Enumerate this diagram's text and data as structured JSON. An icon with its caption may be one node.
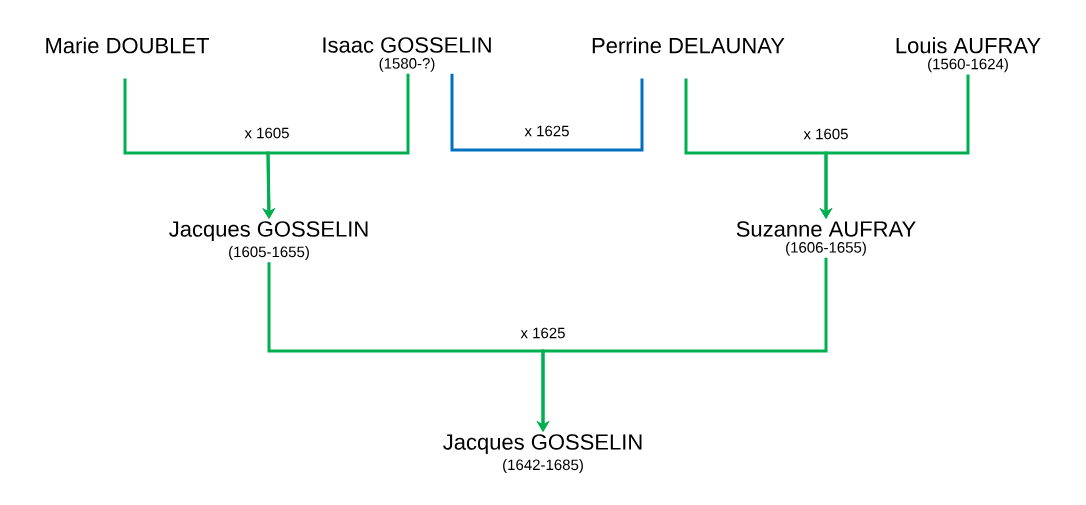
{
  "diagram": {
    "nodes": [
      {
        "text": [
          "Marie DOUBLET"
        ]
      },
      {
        "text": [
          "Isaac GOSSELIN",
          "(1580-?)"
        ]
      },
      {
        "text": [
          "Perrine DELAUNAY"
        ]
      },
      {
        "text": [
          "Louis AUFRAY",
          "(1560-1624)"
        ]
      },
      {
        "text": [
          "Jacques GOSSELIN",
          "(1605-1655)"
        ]
      },
      {
        "text": [
          "Suzanne AUFRAY",
          "(1606-1655)"
        ]
      },
      {
        "text": [
          "Jacques GOSSELIN",
          "(1642-1685)"
        ]
      }
    ],
    "edges": [
      {
        "from": 0,
        "to": 4,
        "arrow": "to",
        "label": "x 1605"
      },
      {
        "from": 1,
        "to": 4,
        "arrow": "to"
      },
      {
        "from": 1,
        "to": 2,
        "arrow": "none",
        "label": "x 1625",
        "color": "#0070c0"
      },
      {
        "from": 2,
        "to": 5,
        "arrow": "to",
        "label": "x 1605"
      },
      {
        "from": 3,
        "to": 5,
        "arrow": "to"
      },
      {
        "from": 4,
        "to": 6,
        "arrow": "to",
        "label": "x 1625"
      },
      {
        "from": 5,
        "to": 6,
        "arrow": "to"
      }
    ]
  }
}
